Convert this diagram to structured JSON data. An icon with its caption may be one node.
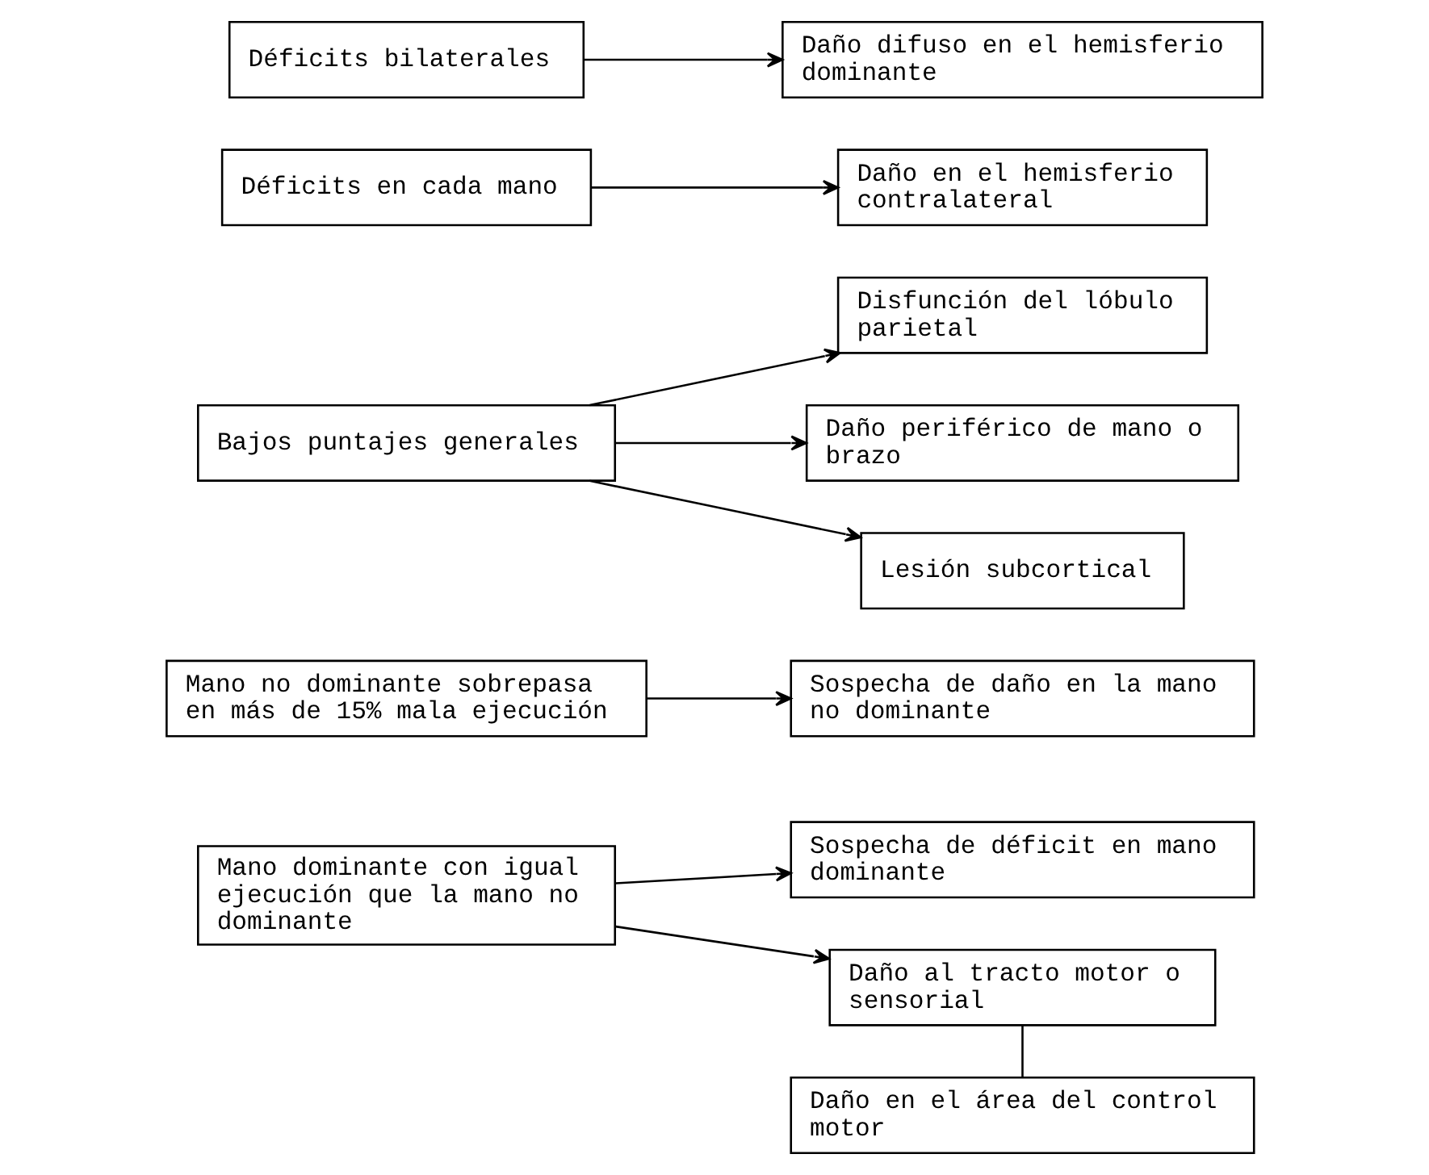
{
  "diagram": {
    "nodes": [
      {
        "text": [
          "Mano dominante con igual ejecución que la mano no dominante"
        ]
      },
      {
        "text": [
          "Sospecha de déficit en mano dominante"
        ]
      },
      {
        "text": [
          "Mano no dominante sobrepasa en más de 15% mala ejecución"
        ]
      },
      {
        "text": [
          "Sospecha de daño en la mano no dominante"
        ]
      },
      {
        "text": [
          "Bajos puntajes generales"
        ]
      },
      {
        "text": [
          "Disfunción del lóbulo parietal"
        ]
      },
      {
        "text": [
          "Daño periférico de mano o brazo"
        ]
      },
      {
        "text": [
          "Lesión subcortical"
        ]
      },
      {
        "text": [
          "Daño al tracto motor o sensorial"
        ]
      },
      {
        "text": [
          "Daño en el área del control motor"
        ]
      },
      {
        "text": [
          "Déficits en cada mano"
        ]
      },
      {
        "text": [
          "Daño en el hemisferio contralateral"
        ]
      },
      {
        "text": [
          "Déficits bilaterales"
        ]
      },
      {
        "text": [
          "Daño difuso en el hemisferio dominante"
        ]
      }
    ],
    "edges": [
      {
        "from": 0,
        "to": 1,
        "arrow": "to"
      },
      {
        "from": 2,
        "to": 3,
        "arrow": "to"
      },
      {
        "from": 4,
        "to": 5,
        "arrow": "to"
      },
      {
        "from": 4,
        "to": 6,
        "arrow": "to"
      },
      {
        "from": 4,
        "to": 7,
        "arrow": "to"
      },
      {
        "from": 0,
        "to": 8,
        "arrow": "to"
      },
      {
        "from": 8,
        "to": 9,
        "arrow": "none"
      },
      {
        "from": 10,
        "to": 11,
        "arrow": "to"
      },
      {
        "from": 12,
        "to": 13,
        "arrow": "to"
      }
    ]
  }
}
